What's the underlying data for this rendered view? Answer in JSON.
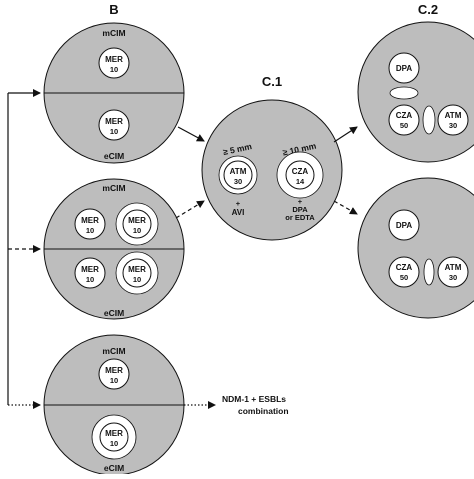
{
  "headers": {
    "b": "B",
    "c1": "C.1",
    "c2": "C.2"
  },
  "plate_labels": {
    "mcim": "mCIM",
    "ecim": "eCIM"
  },
  "disks": {
    "mer": {
      "name": "MER",
      "value": "10"
    },
    "atm": {
      "name": "ATM",
      "value": "30"
    },
    "cza": {
      "name": "CZA",
      "value": "14"
    },
    "cza50": {
      "name": "CZA",
      "value": "50"
    },
    "dpa": {
      "name": "DPA"
    }
  },
  "c1": {
    "zone_atm": "≥ 5 mm",
    "zone_cza": "≥ 10 mm",
    "note_atm_plus": "+",
    "note_atm": "AVI",
    "note_cza_plus": "+",
    "note_cza_1": "DPA",
    "note_cza_2": "or EDTA"
  },
  "result": {
    "line1": "NDM-1 + ESBLs",
    "line2": "combination"
  }
}
